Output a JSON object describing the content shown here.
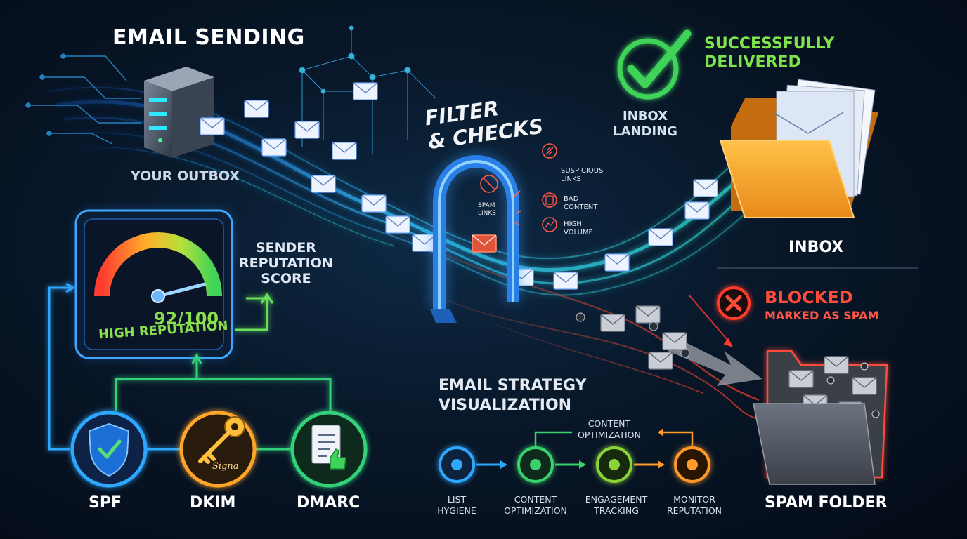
{
  "sending": {
    "title": "Email Sending",
    "outbox_label": "Your Outbox"
  },
  "filter": {
    "title_line1": "Filter",
    "title_line2": "& Checks",
    "checks": [
      {
        "label_line1": "Suspicious",
        "label_line2": "Links",
        "icon": "link-icon"
      },
      {
        "label_line1": "Bad",
        "label_line2": "Content",
        "icon": "document-icon"
      },
      {
        "label_line1": "High",
        "label_line2": "Volume",
        "icon": "chart-icon"
      },
      {
        "label_line1": "Spam",
        "label_line2": "Links",
        "icon": "blocked-link-icon"
      }
    ]
  },
  "delivered": {
    "status_line1": "Successfully",
    "status_line2": "Delivered",
    "landing_line1": "Inbox",
    "landing_line2": "Landing",
    "folder_label": "Inbox",
    "color": "#7ee24b"
  },
  "blocked": {
    "status": "Blocked",
    "sub_status": "Marked as Spam",
    "folder_label": "Spam Folder",
    "color": "#ff4b3a"
  },
  "reputation": {
    "label_line1": "Sender",
    "label_line2": "Reputation",
    "label_line3": "Score",
    "score": "92/100",
    "rating": "High Reputation",
    "score_value": 92
  },
  "protocols": [
    {
      "label": "SPF",
      "icon": "shield-check-icon",
      "color": "#2ea8ff"
    },
    {
      "label": "DKIM",
      "icon": "key-icon",
      "color": "#ffa62b"
    },
    {
      "label": "DMARC",
      "icon": "document-thumbs-up-icon",
      "color": "#33d17a"
    }
  ],
  "key_signature": "Signa",
  "strategy": {
    "title_line1": "Email Strategy",
    "title_line2": "Visualization",
    "top_label_line1": "Content",
    "top_label_line2": "Optimization",
    "steps": [
      {
        "line1": "List",
        "line2": "Hygiene",
        "color": "#2ea8ff"
      },
      {
        "line1": "Content",
        "line2": "Optimization",
        "color": "#38d16b"
      },
      {
        "line1": "Engagement",
        "line2": "Tracking",
        "color": "#8ad43a"
      },
      {
        "line1": "Monitor",
        "line2": "Reputation",
        "color": "#ff9a2b"
      }
    ]
  }
}
